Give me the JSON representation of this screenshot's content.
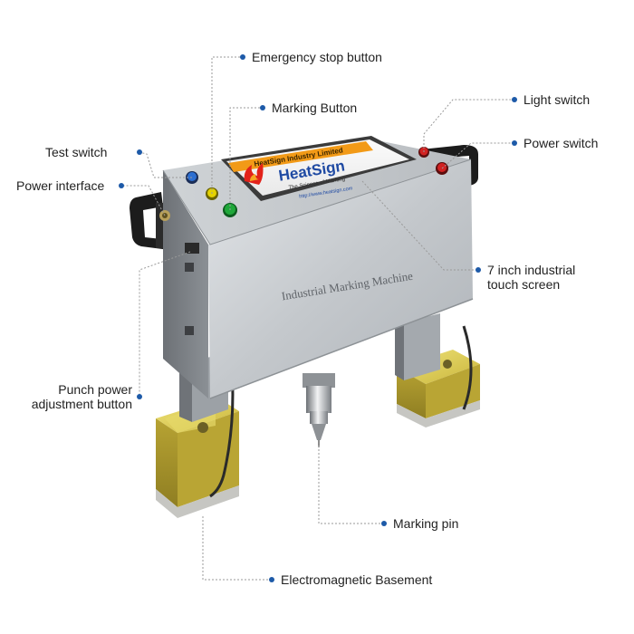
{
  "product": {
    "front_text": "Industrial Marking Machine",
    "screen": {
      "banner": "HeatSign Industry Limited",
      "logo": "HeatSign",
      "tagline": "The Science of Marking",
      "url": "http://www.heatsign.com"
    }
  },
  "callouts": {
    "emergency_stop": "Emergency stop button",
    "marking_button": "Marking Button",
    "test_switch": "Test switch",
    "power_interface": "Power interface",
    "light_switch": "Light switch",
    "power_switch": "Power switch",
    "touch_screen_line1": "7 inch industrial",
    "touch_screen_line2": "touch screen",
    "punch_power_line1": "Punch power",
    "punch_power_line2": "adjustment button",
    "marking_pin": "Marking pin",
    "basement": "Electromagnetic Basement"
  },
  "colors": {
    "callout_dot": "#1d5aa8",
    "button_blue": "#2d6fd1",
    "button_yellow": "#e4d200",
    "button_green": "#1fa83a",
    "button_red": "#d22222",
    "magnet_yellow": "#d9c84a",
    "steel": "#c9cdd1"
  }
}
